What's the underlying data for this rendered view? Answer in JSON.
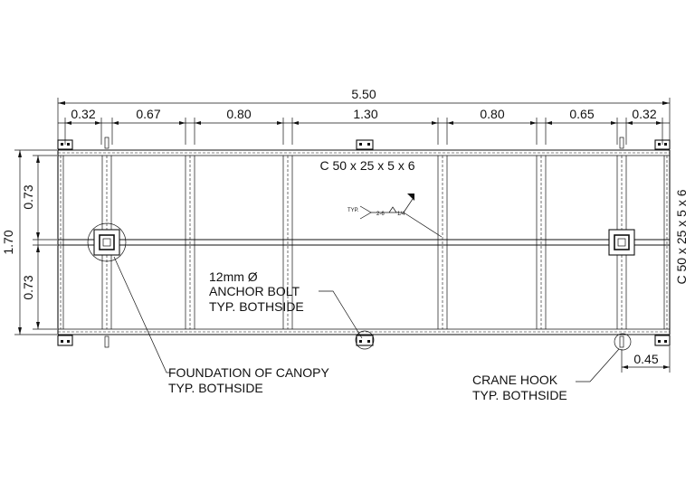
{
  "dimensions": {
    "overall_width": "5.50",
    "segments": [
      "0.32",
      "0.67",
      "0.80",
      "1.30",
      "0.80",
      "0.65",
      "0.32"
    ],
    "overall_height": "1.70",
    "height_top": "0.73",
    "height_bottom": "0.73",
    "hook_offset": "0.45"
  },
  "labels": {
    "top_channel": "C 50 x 25 x 5 x 6",
    "side_channel": "C 50 x 25 x 5 x 6",
    "anchor_line1": "12mm Ø",
    "anchor_line2": "ANCHOR BOLT",
    "anchor_line3": "TYP. BOTHSIDE",
    "foundation_line1": "FOUNDATION OF CANOPY",
    "foundation_line2": "TYP. BOTHSIDE",
    "crane_line1": "CRANE HOOK",
    "crane_line2": "TYP. BOTHSIDE",
    "weld_typ": "TYP.",
    "weld_size": "2-6",
    "weld_pitch": "1/4"
  }
}
